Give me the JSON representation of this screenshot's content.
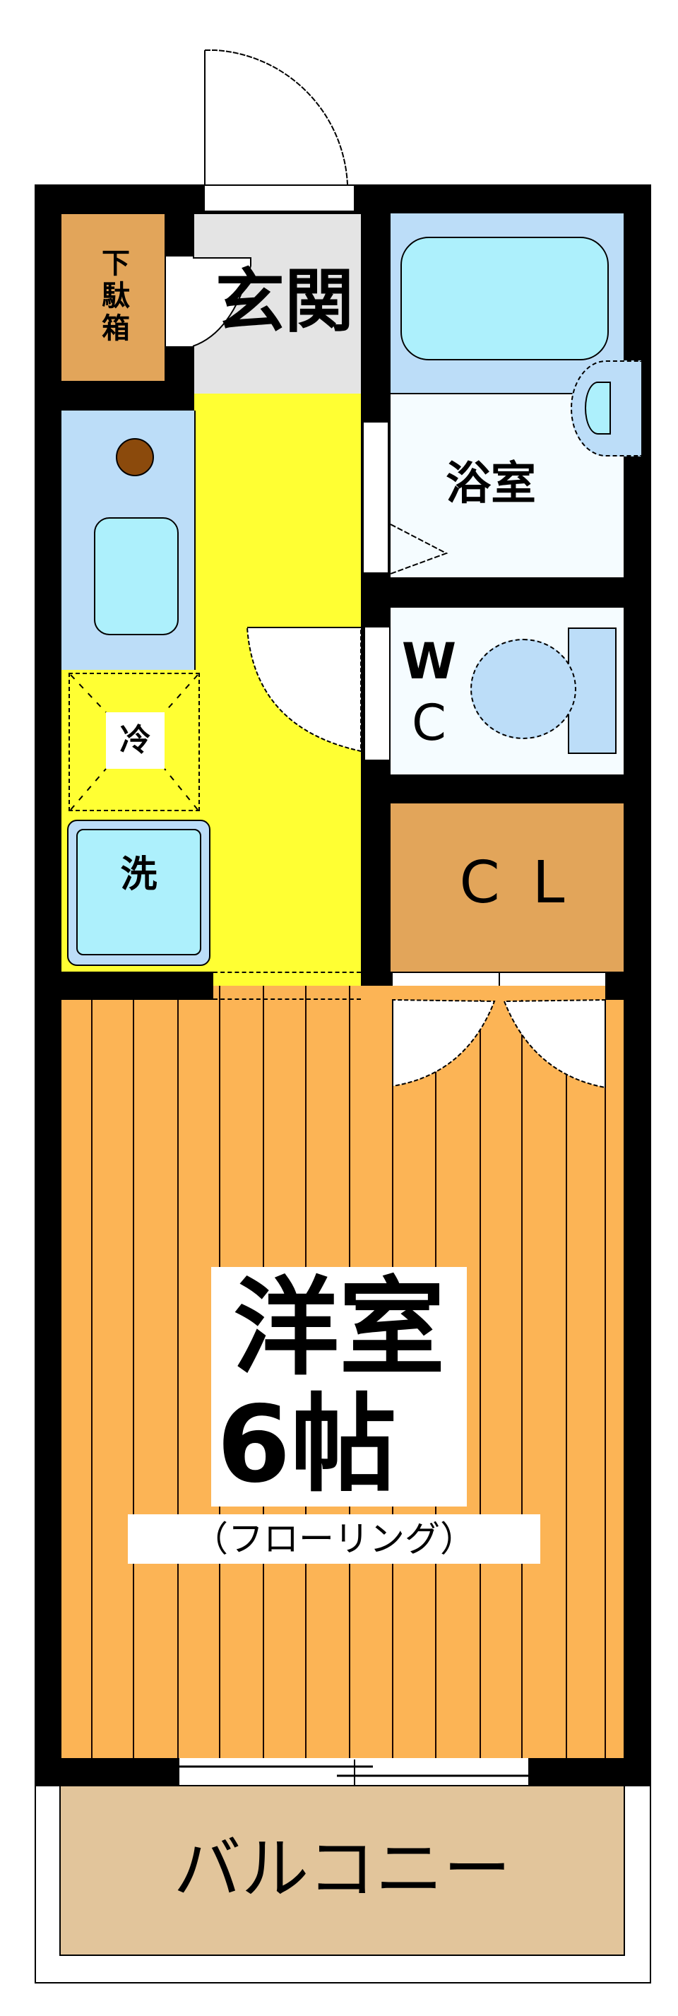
{
  "floorplan": {
    "colors": {
      "wall": "#000000",
      "shoe_box": "#E2A55A",
      "entrance": "#E4E4E4",
      "corridor_kitchen": "#FFFF33",
      "kitchen_counter": "#BCDDF8",
      "fixture_water": "#ADF0FC",
      "stove": "#8B4A0C",
      "bathroom": "#F5FCFF",
      "bath_zone": "#BCDDF8",
      "wc": "#F5FCFF",
      "closet": "#E2A55A",
      "western_room_floor": "#FCB455",
      "balcony": "#E2C59B",
      "door_swing": "#FFFFFF"
    },
    "rooms": {
      "shoe_box": {
        "label": "下駄箱"
      },
      "entrance": {
        "label": "玄関"
      },
      "bathroom": {
        "label": "浴室"
      },
      "wc": {
        "label_top": "W",
        "label_bottom": "C"
      },
      "fridge": {
        "label": "冷"
      },
      "washer": {
        "label": "洗"
      },
      "closet": {
        "label": "C L"
      },
      "western_room": {
        "label_line1": "洋室",
        "label_line2": "6帖",
        "sublabel": "（フローリング）"
      },
      "balcony": {
        "label": "バルコニー"
      }
    }
  }
}
